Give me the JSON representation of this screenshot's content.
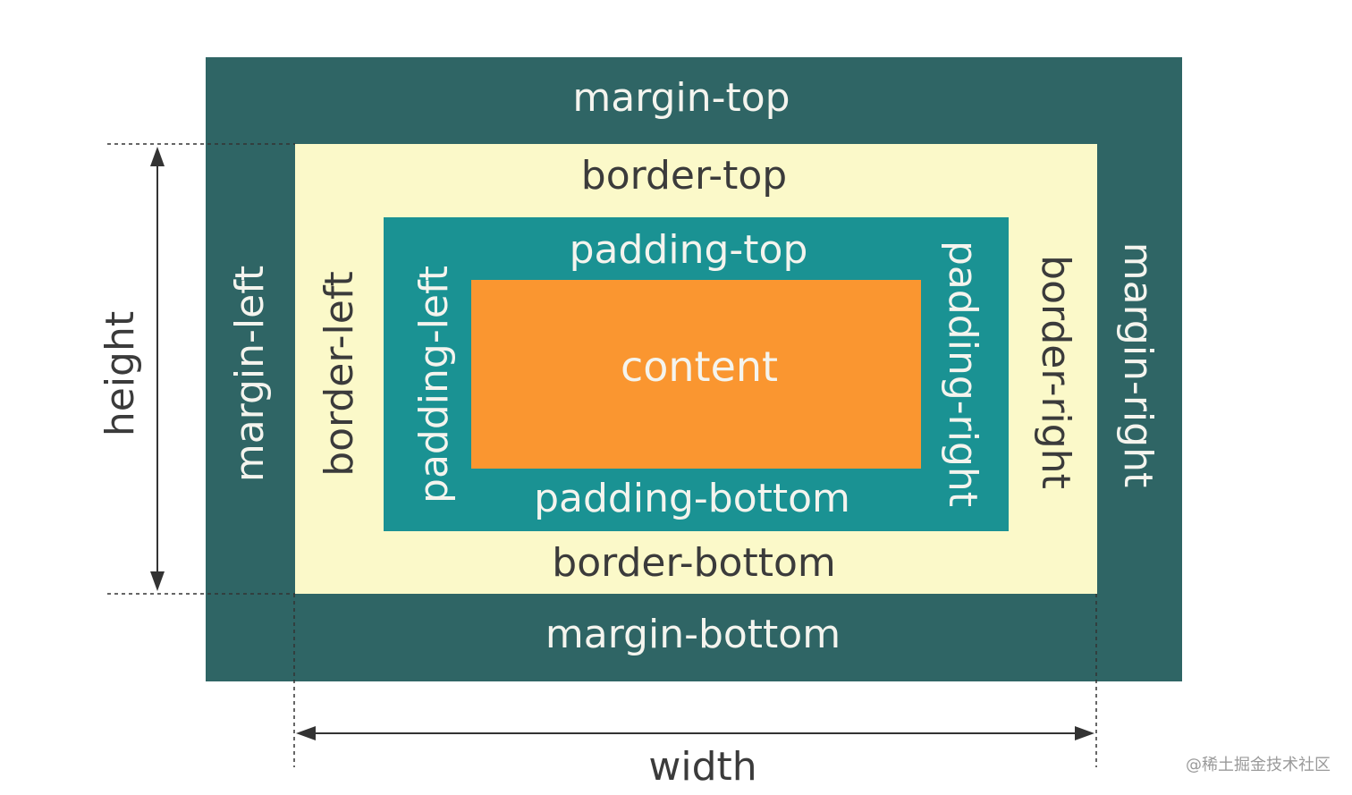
{
  "diagram": {
    "margin": {
      "top": "margin-top",
      "bottom": "margin-bottom",
      "left": "margin-left",
      "right": "margin-right",
      "color": "#2f6565"
    },
    "border": {
      "top": "border-top",
      "bottom": "border-bottom",
      "left": "border-left",
      "right": "border-right",
      "color": "#fbf9c9"
    },
    "padding": {
      "top": "padding-top",
      "bottom": "padding-bottom",
      "left": "padding-left",
      "right": "padding-right",
      "color": "#1a9293"
    },
    "content": {
      "label": "content",
      "color": "#fa9630"
    },
    "dimensions": {
      "height": "height",
      "width": "width"
    }
  },
  "watermark": "@稀土掘金技术社区"
}
